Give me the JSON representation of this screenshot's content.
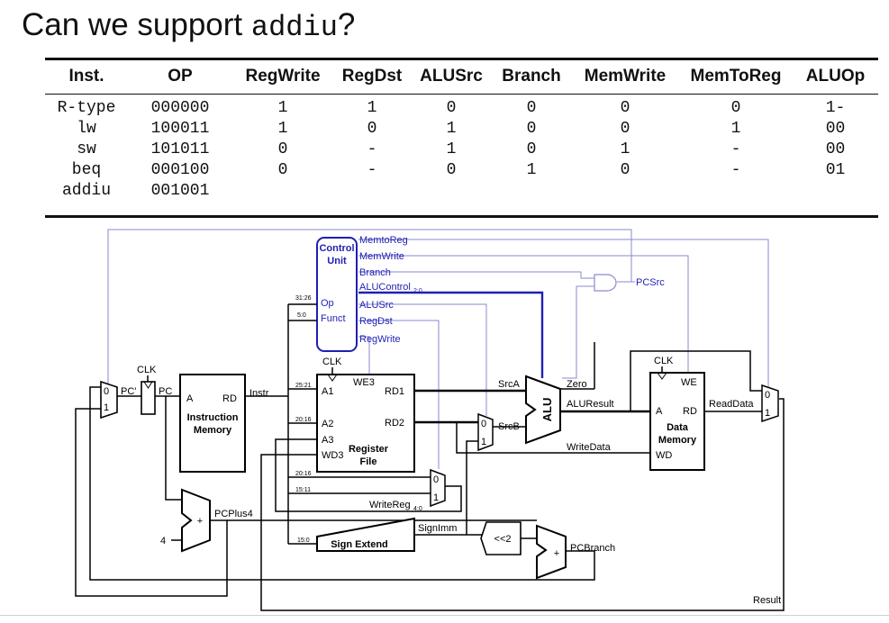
{
  "title": {
    "prefix": "Can we support ",
    "code": "addiu",
    "suffix": "?"
  },
  "table": {
    "headers": [
      "Inst.",
      "OP",
      "RegWrite",
      "RegDst",
      "ALUSrc",
      "Branch",
      "MemWrite",
      "MemToReg",
      "ALUOp"
    ],
    "rows": [
      [
        "R-type",
        "000000",
        "1",
        "1",
        "0",
        "0",
        "0",
        "0",
        "1-"
      ],
      [
        "lw",
        "100011",
        "1",
        "0",
        "1",
        "0",
        "0",
        "1",
        "00"
      ],
      [
        "sw",
        "101011",
        "0",
        "-",
        "1",
        "0",
        "1",
        "-",
        "00"
      ],
      [
        "beq",
        "000100",
        "0",
        "-",
        "0",
        "1",
        "0",
        "-",
        "01"
      ],
      [
        "addiu",
        "001001",
        "",
        "",
        "",
        "",
        "",
        "",
        ""
      ]
    ]
  },
  "diagram": {
    "control_unit": {
      "title_line1": "Control",
      "title_line2": "Unit",
      "outputs": [
        "MemtoReg",
        "MemWrite",
        "Branch",
        "ALUControl",
        "ALUSrc",
        "RegDst",
        "RegWrite"
      ],
      "alucontrol_sub": "2:0",
      "inputs": [
        "Op",
        "Funct"
      ],
      "input_bits": [
        "31:26",
        "5:0"
      ]
    },
    "pcsrc": "PCSrc",
    "clk": "CLK",
    "pc_prime": "PC'",
    "pc": "PC",
    "instr_mem": {
      "port_a": "A",
      "port_rd": "RD",
      "name_line1": "Instruction",
      "name_line2": "Memory"
    },
    "instr": "Instr",
    "reg_file": {
      "we3": "WE3",
      "a1": "A1",
      "a2": "A2",
      "a3": "A3",
      "wd3": "WD3",
      "rd1": "RD1",
      "rd2": "RD2",
      "name_line1": "Register",
      "name_line2": "File"
    },
    "bit_labels": {
      "a1": "25:21",
      "a2": "20:16",
      "rt": "20:16",
      "rd": "15:11",
      "imm": "15:0"
    },
    "srca": "SrcA",
    "srcb": "SrcB",
    "alu": "ALU",
    "zero": "Zero",
    "aluresult": "ALUResult",
    "writedata": "WriteData",
    "data_mem": {
      "we": "WE",
      "a": "A",
      "rd": "RD",
      "wd": "WD",
      "name_line1": "Data",
      "name_line2": "Memory"
    },
    "readdata": "ReadData",
    "writereg": "WriteReg",
    "writereg_sub": "4:0",
    "pcplus4": "PCPlus4",
    "four": "4",
    "sign_extend": "Sign Extend",
    "signimm": "SignImm",
    "shift": "<<2",
    "pcbranch": "PCBranch",
    "result": "Result",
    "mux0": "0",
    "mux1": "1",
    "plus": "+"
  },
  "colors": {
    "control": "#1f1fb4",
    "wire": "#000000",
    "thin_wire": "#8a8ad0"
  }
}
